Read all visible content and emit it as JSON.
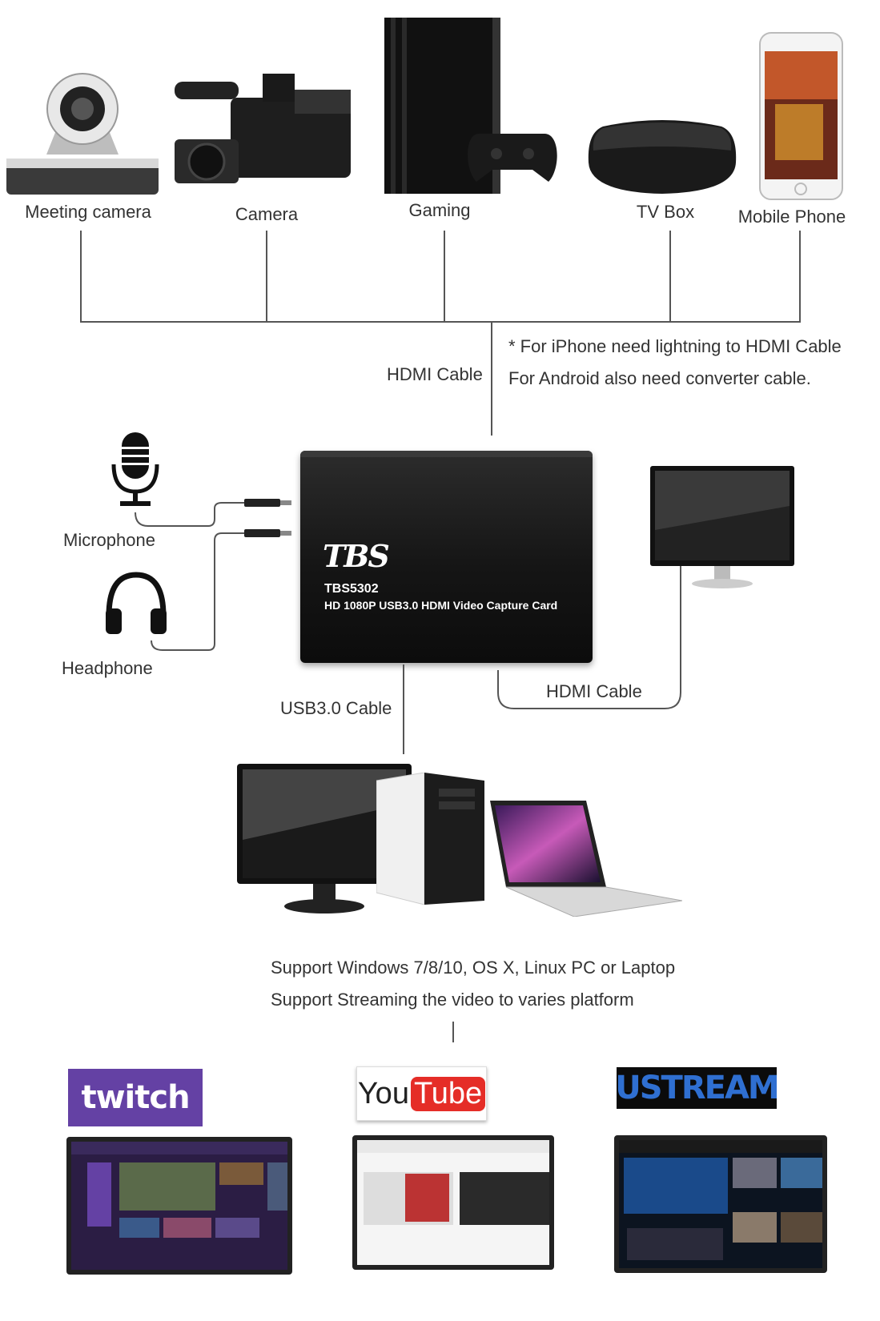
{
  "sources": [
    {
      "label": "Meeting camera",
      "icon": "meeting-camera-icon"
    },
    {
      "label": "Camera",
      "icon": "camcorder-icon"
    },
    {
      "label": "Gaming",
      "icon": "game-console-icon"
    },
    {
      "label": "TV Box",
      "icon": "tv-box-icon"
    },
    {
      "label": "Mobile Phone",
      "icon": "mobile-phone-icon"
    }
  ],
  "hdmi_in_label": "HDMI Cable",
  "phone_note": {
    "line1": "* For iPhone need lightning to HDMI Cable",
    "line2": "For Android also need converter cable."
  },
  "audio": {
    "microphone": "Microphone",
    "headphone": "Headphone"
  },
  "device": {
    "brand": "TBS",
    "model": "TBS5302",
    "description": "HD 1080P USB3.0 HDMI Video Capture Card"
  },
  "hdmi_out_label": "HDMI Cable",
  "usb_label": "USB3.0 Cable",
  "support": {
    "line1": "Support Windows 7/8/10, OS X, Linux PC or Laptop",
    "line2": "Support Streaming the video to varies platform"
  },
  "platforms": {
    "twitch": "twitch",
    "youtube_you": "You",
    "youtube_tube": "Tube",
    "ustream": "USTREAM"
  },
  "colors": {
    "twitch": "#6441a4",
    "youtube": "#e52d27",
    "ustream": "#2f6fd1"
  }
}
